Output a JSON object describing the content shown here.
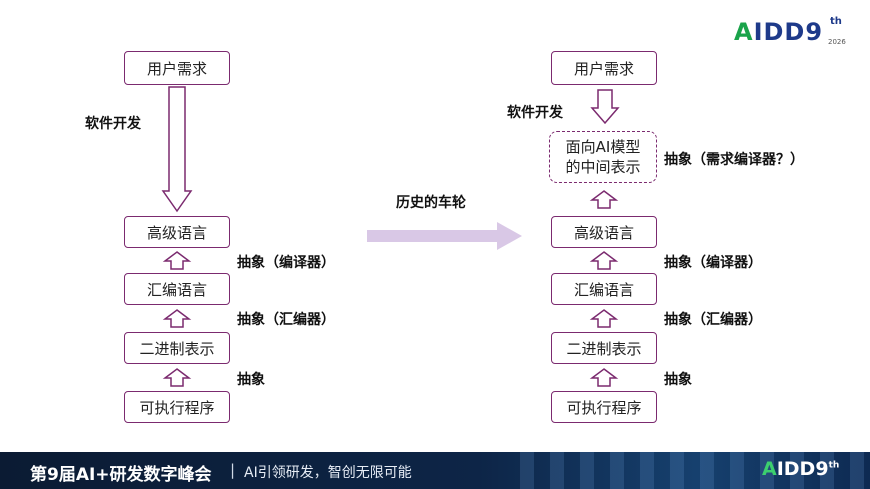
{
  "logo": {
    "prefix": "A",
    "text": "IDD",
    "number": "9",
    "suffix": "th",
    "year": "2026"
  },
  "left": {
    "user_needs": "用户需求",
    "software_dev": "软件开发",
    "high_level": "高级语言",
    "abstract_compiler": "抽象（编译器）",
    "assembly": "汇编语言",
    "abstract_assembler": "抽象（汇编器）",
    "binary": "二进制表示",
    "abstract": "抽象",
    "executable": "可执行程序"
  },
  "middle": {
    "wheel_of_history": "历史的车轮"
  },
  "right": {
    "user_needs": "用户需求",
    "software_dev": "软件开发",
    "ai_repr_line1": "面向AI模型",
    "ai_repr_line2": "的中间表示",
    "abstract_needs_compiler": "抽象（需求编译器？）",
    "high_level": "高级语言",
    "abstract_compiler": "抽象（编译器）",
    "assembly": "汇编语言",
    "abstract_assembler": "抽象（汇编器）",
    "binary": "二进制表示",
    "abstract": "抽象",
    "executable": "可执行程序"
  },
  "footer": {
    "title": "第9届AI+研发数字峰会",
    "separator": "|",
    "slogan": "AI引领研发，智创无限可能",
    "logo_prefix": "A",
    "logo_text": "IDD",
    "logo_number": "9",
    "logo_suffix": "th"
  },
  "colors": {
    "box_border": "#7b2a6f",
    "arrow_fill": "#d9c8e6",
    "brand_green": "#1aa34a",
    "brand_blue": "#1e3a8a"
  }
}
